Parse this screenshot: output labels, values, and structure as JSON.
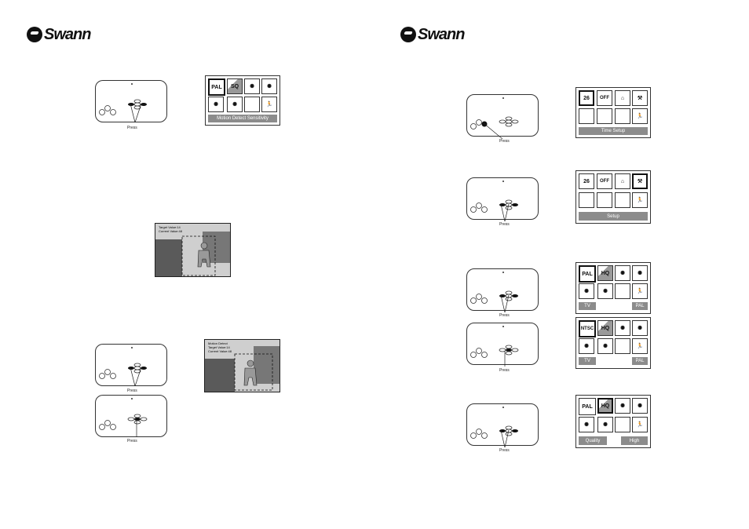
{
  "brand": {
    "name": "Swann"
  },
  "press_label": "Press",
  "screens": {
    "motion": {
      "pal": "PAL",
      "sq": "SQ",
      "status": "Motion Detect Sensitivity"
    },
    "time_setup": {
      "num": "26",
      "off": "OFF",
      "status": "Time Setup"
    },
    "setup": {
      "num": "26",
      "off": "OFF",
      "status": "Setup"
    },
    "tv_pal": {
      "pal": "PAL",
      "hq": "HQ",
      "left": "TV",
      "right": "PAL"
    },
    "tv_ntsc": {
      "pal": "NTSC",
      "hq": "HQ",
      "left": "TV",
      "right": "PAL"
    },
    "quality": {
      "pal": "PAL",
      "hq": "HQ",
      "left": "Quality",
      "right": "High"
    }
  },
  "photos": {
    "p1": {
      "line1": "Target Value:14",
      "line2": "Current Value:48"
    },
    "p2": {
      "line1": "Motion Detect",
      "line2": "Target Value:14",
      "line3": "Current Value:48"
    }
  }
}
